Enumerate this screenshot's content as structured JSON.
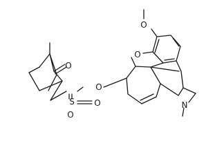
{
  "structure": {
    "atoms": {
      "methoxy_oxygen": "O",
      "furan_oxygen": "O",
      "ketone_oxygen": "O",
      "ester_oxygen": "O",
      "sulfur": "S",
      "sulfonyl_oxygen_1": "O",
      "sulfonyl_oxygen_2": "O",
      "nitrogen": "N"
    },
    "colors": {
      "bond": "#1a1a1a",
      "background": "#ffffff"
    }
  }
}
